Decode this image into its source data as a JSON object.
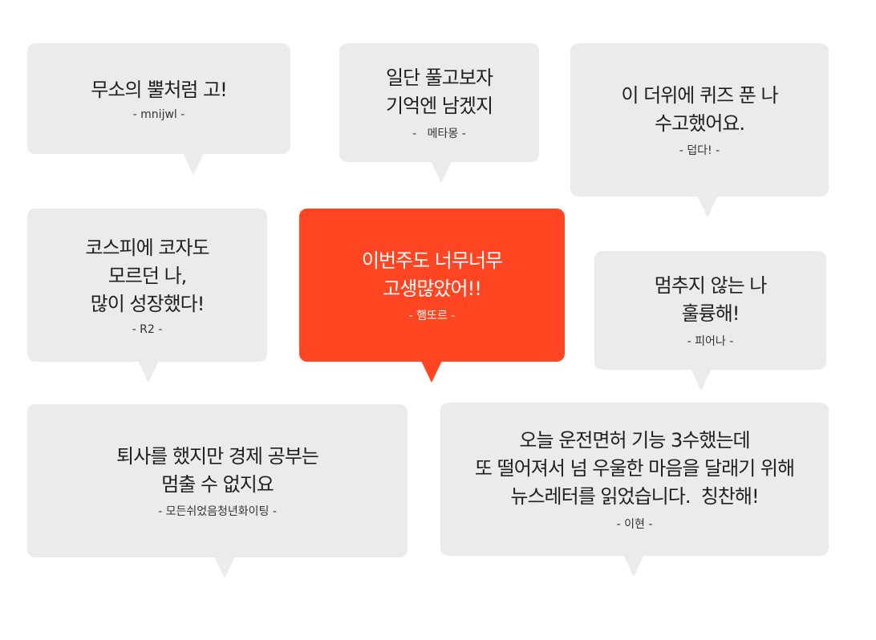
{
  "colors": {
    "bubble_background": "#ebebeb",
    "highlight_background": "#ff4522",
    "text": "#1f1f1f",
    "highlight_text": "#ffffff"
  },
  "testimonials": [
    {
      "lines": [
        "무소의 뿔처럼 고!"
      ],
      "author": "- mnijwl -"
    },
    {
      "lines": [
        "일단 풀고보자",
        "기억엔 남겠지"
      ],
      "author": "-   메타몽 -"
    },
    {
      "lines": [
        "이 더위에 퀴즈 푼 나",
        "수고했어요."
      ],
      "author": "- 덥다! -"
    },
    {
      "lines": [
        "코스피에 코자도",
        "모르던 나,",
        "많이 성장했다!"
      ],
      "author": "- R2 -"
    },
    {
      "lines": [
        "이번주도 너무너무",
        "고생많았어!!"
      ],
      "author": "- 햄또르 -"
    },
    {
      "lines": [
        "멈추지 않는 나",
        "훌륭해!"
      ],
      "author": "- 피어나 -"
    },
    {
      "lines": [
        "퇴사를 했지만 경제 공부는",
        "멈출 수 없지요"
      ],
      "author": "- 모든쉬었음청년화이팅 -"
    },
    {
      "lines": [
        "오늘 운전면허 기능 3수했는데",
        "또 떨어져서 넘 우울한 마음을 달래기 위해",
        "뉴스레터를 읽었습니다.  칭찬해!"
      ],
      "author": "- 이현 -"
    }
  ]
}
